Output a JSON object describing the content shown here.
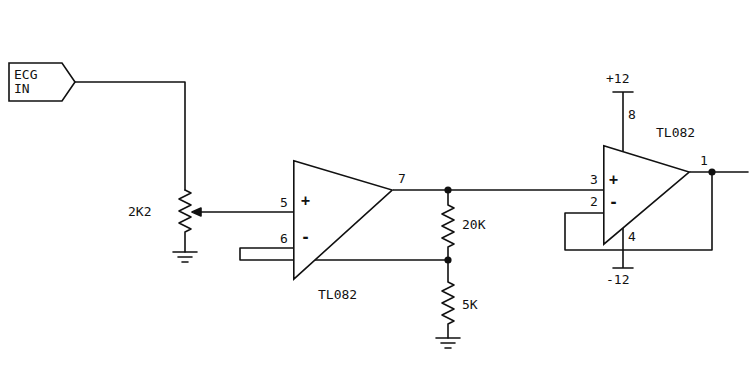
{
  "diagram": {
    "nodes": [
      {
        "text": [
          "ECG IN"
        ]
      },
      {
        "text": [
          "+",
          "-"
        ]
      },
      {
        "text": [
          "+",
          "-"
        ]
      }
    ],
    "edges": [
      {
        "from": 1,
        "to": 2,
        "arrow": "none"
      }
    ],
    "labels": [
      "2K2",
      "5",
      "6",
      "7",
      "TL082",
      "20K",
      "5K",
      "+12",
      "8",
      "TL082",
      "3",
      "2",
      "1",
      "4",
      "-12"
    ]
  }
}
